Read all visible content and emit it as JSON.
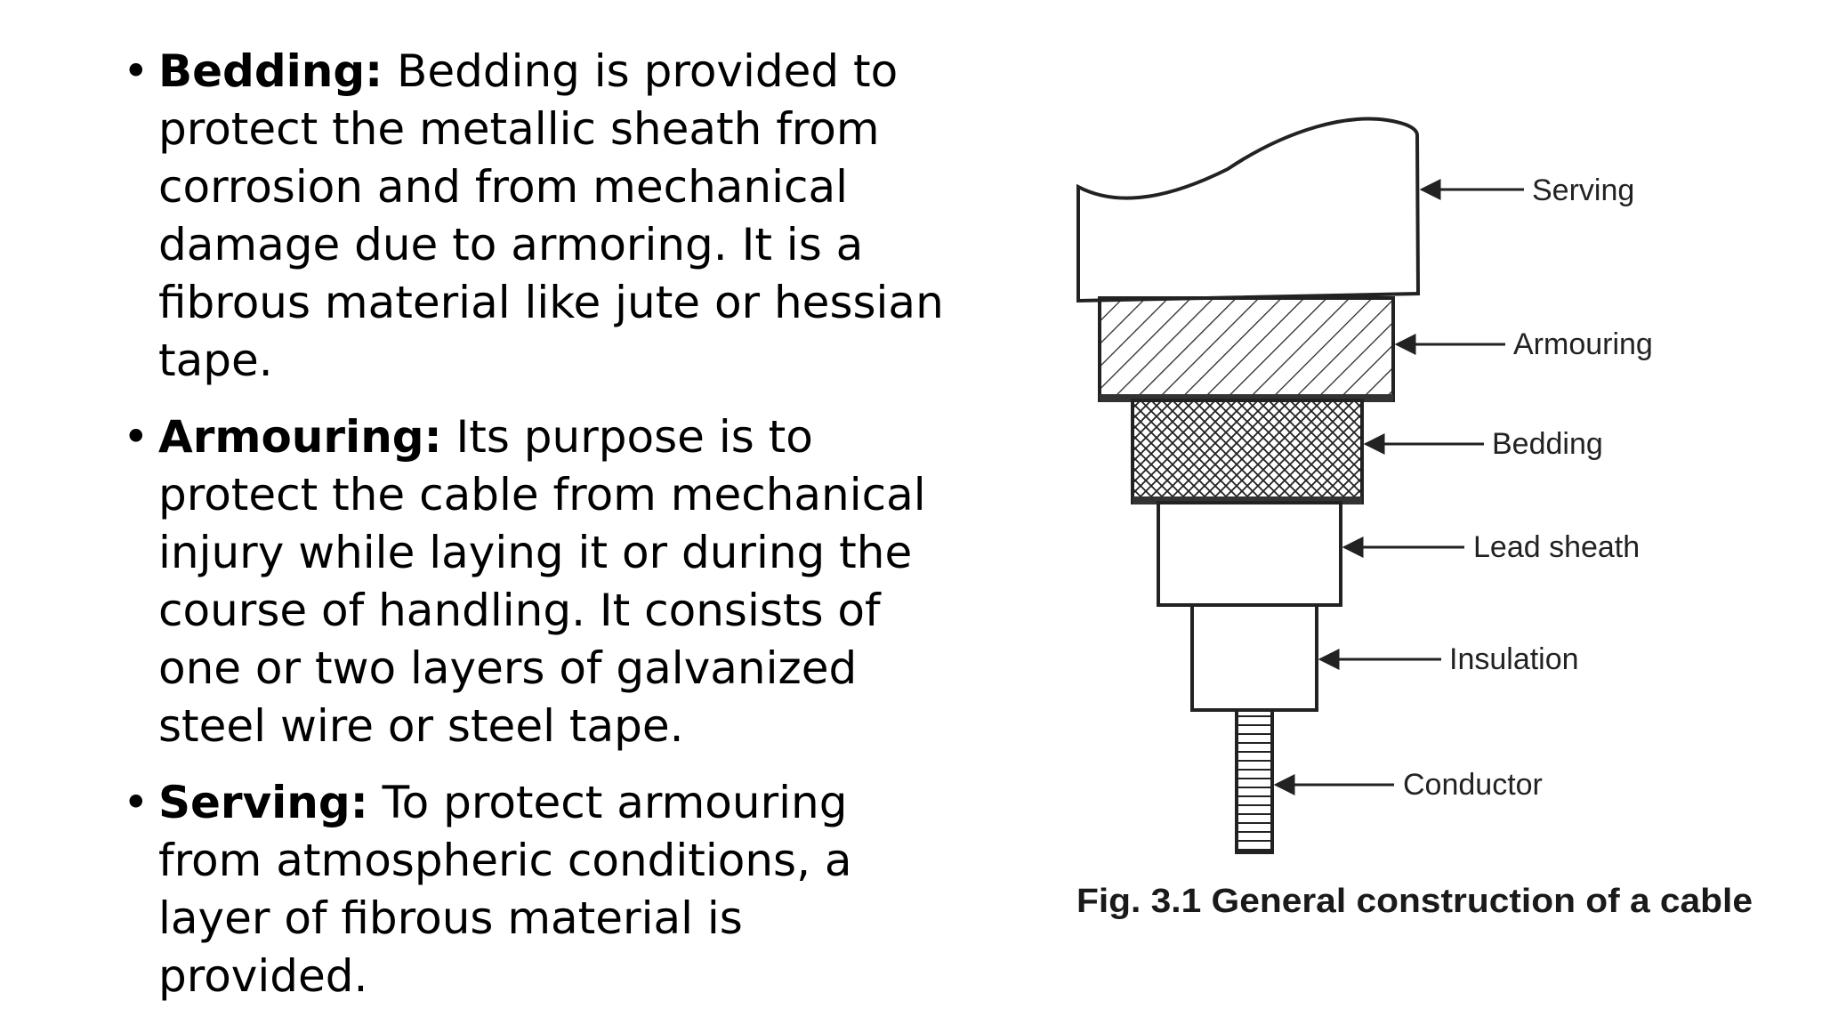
{
  "bullets": [
    {
      "term": "Bedding:",
      "text": "Bedding is provided to protect the metallic sheath from corrosion and from mechanical damage due to armoring. It is a fibrous material like jute or hessian tape."
    },
    {
      "term": "Armouring:",
      "text": "Its purpose is to protect the cable from mechanical injury while laying it or during the course of handling. It consists of one or two layers of galvanized steel wire or steel tape."
    },
    {
      "term": "Serving:",
      "text": "To protect armouring from atmospheric conditions, a layer of fibrous material is provided."
    }
  ],
  "figure": {
    "labels": {
      "serving": "Serving",
      "armouring": "Armouring",
      "bedding": "Bedding",
      "lead_sheath": "Lead sheath",
      "insulation": "Insulation",
      "conductor": "Conductor"
    },
    "caption": "Fig. 3.1 General construction of a cable"
  }
}
